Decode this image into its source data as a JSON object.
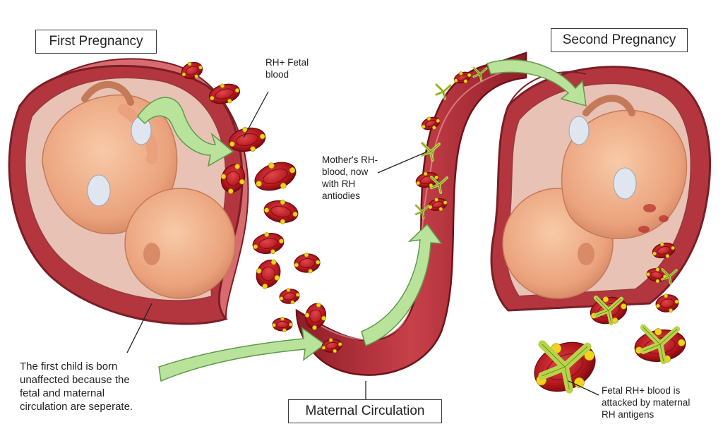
{
  "labels": {
    "first_pregnancy": "First Pregnancy",
    "second_pregnancy": "Second Pregnancy",
    "maternal_circulation": "Maternal Circulation"
  },
  "annotations": {
    "rh_fetal_blood": [
      "RH+ Fetal",
      "blood"
    ],
    "mothers_blood": [
      "Mother's RH-",
      "blood, now",
      "with RH",
      "antiodies"
    ],
    "first_child": [
      "The first child is born",
      "unaffected because the",
      "fetal and maternal",
      "circulation are seperate."
    ],
    "fetal_attacked": [
      "Fetal RH+ blood is",
      "attacked by maternal",
      "RH antigens"
    ]
  },
  "colors": {
    "uterus": "#b3363f",
    "uterus_dark": "#7a1e26",
    "skin": "#f2b48e",
    "skin_shadow": "#d98a66",
    "blood_cell": "#b0161c",
    "antigen": "#f3d21a",
    "antibody": "#b6d44a",
    "arrow": "#b9e39a",
    "arrow_stroke": "#5f9a4a"
  }
}
